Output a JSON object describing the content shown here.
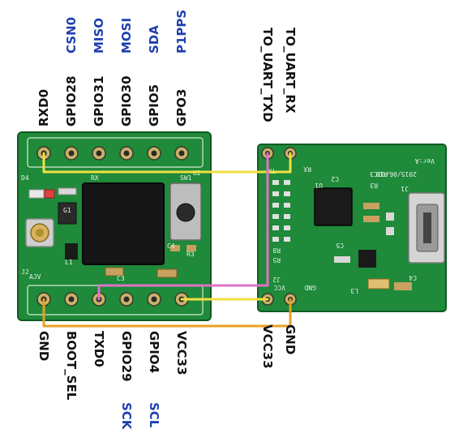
{
  "colors": {
    "pcb": "#1e8a3a",
    "pcb_dark": "#166a2c",
    "wire_yellow": "#f0e040",
    "wire_orange": "#e8a020",
    "wire_pink": "#e070c8",
    "alt_label": "#1f3fb0",
    "pin_label": "#111111"
  },
  "top_pins": [
    {
      "pin": "RXD0",
      "alt": ""
    },
    {
      "pin": "GPIO28",
      "alt": "CSN0"
    },
    {
      "pin": "GPIO31",
      "alt": "MISO"
    },
    {
      "pin": "GPIO30",
      "alt": "MOSI"
    },
    {
      "pin": "GPIO5",
      "alt": "SDA"
    },
    {
      "pin": "GPO3",
      "alt": "P1PPS"
    }
  ],
  "bottom_pins": [
    {
      "pin": "GND",
      "alt": ""
    },
    {
      "pin": "BOOT_SEL",
      "alt": ""
    },
    {
      "pin": "TXD0",
      "alt": ""
    },
    {
      "pin": "GPIO29",
      "alt": "SCK"
    },
    {
      "pin": "GPIO4",
      "alt": "SCL"
    },
    {
      "pin": "VCC33",
      "alt": ""
    }
  ],
  "uart_top_pins": [
    "TO_UART_TXD",
    "TO_UART_RX"
  ],
  "uart_bottom_pins": [
    "VCC33",
    "GND"
  ],
  "silkscreen": {
    "module_u2": "U2",
    "module_sw1": "SW1",
    "module_c3": "C3",
    "module_r3": "R3",
    "module_j2": "J2",
    "module_d4": "D4",
    "module_g1": "G1",
    "module_c4": "C4",
    "module_l1": "L1",
    "module_ajv": "AJV",
    "module_rx": "RX",
    "board_date": "2015/06/03C3",
    "board_ver": "Ver:A",
    "board_gnd": "GND",
    "board_vcc": "VCC",
    "board_rx": "RX",
    "board_tx": "TX",
    "board_j1": "J1",
    "board_c5": "C5",
    "board_c4": "C4",
    "board_u1": "U1",
    "board_r10": "R10",
    "board_r3": "R3",
    "board_c2": "C2",
    "board_r8": "R8",
    "board_r5": "R5",
    "board_l3": "L3",
    "board_j2": "J2"
  }
}
